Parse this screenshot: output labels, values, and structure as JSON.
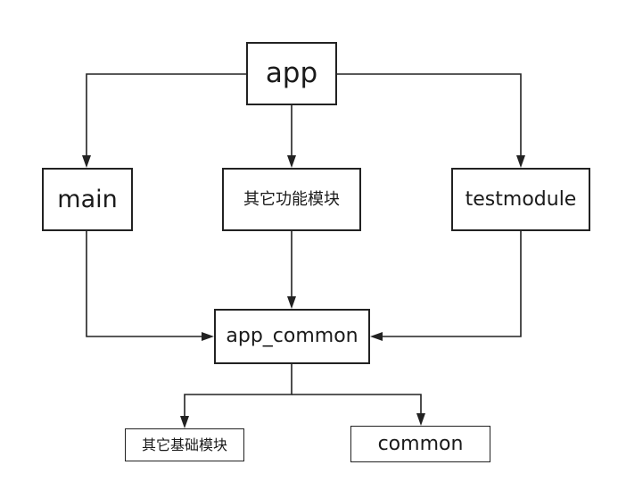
{
  "nodes": {
    "app": "app",
    "main": "main",
    "other_function_modules": "其它功能模块",
    "testmodule": "testmodule",
    "app_common": "app_common",
    "other_base_modules": "其它基础模块",
    "common": "common"
  },
  "edges": [
    {
      "from": "app",
      "to": "main"
    },
    {
      "from": "app",
      "to": "other_function_modules"
    },
    {
      "from": "app",
      "to": "testmodule"
    },
    {
      "from": "main",
      "to": "app_common"
    },
    {
      "from": "other_function_modules",
      "to": "app_common"
    },
    {
      "from": "testmodule",
      "to": "app_common"
    },
    {
      "from": "app_common",
      "to": "other_base_modules"
    },
    {
      "from": "app_common",
      "to": "common"
    }
  ],
  "colors": {
    "line": "#222222",
    "box_border": "#222222",
    "background": "#ffffff",
    "text": "#1a1a1a"
  }
}
